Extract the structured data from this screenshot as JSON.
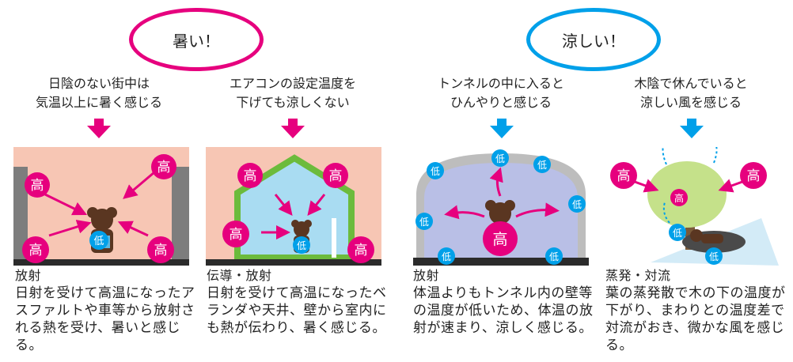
{
  "bubbles": {
    "hot": "暑い！",
    "cool": "涼しい！"
  },
  "captions": [
    {
      "line1": "日陰のない街中は",
      "line2": "気温以上に暑く感じる"
    },
    {
      "line1": "エアコンの設定温度を",
      "line2": "下げても涼しくない"
    },
    {
      "line1": "トンネルの中に入ると",
      "line2": "ひんやりと感じる"
    },
    {
      "line1": "木陰で休んでいると",
      "line2": "涼しい風を感じる"
    }
  ],
  "labels": {
    "high": "高",
    "low": "低"
  },
  "descriptions": [
    {
      "head": "放射",
      "body": "日射を受けて高温になったアスファルトや車等から放射される熱を受け、暑いと感じる。"
    },
    {
      "head": "伝導・放射",
      "body": "日射を受けて高温になったベランダや天井、壁から室内にも熱が伝わり、暑く感じる。"
    },
    {
      "head": "放射",
      "body": "体温よりもトンネル内の壁等の温度が低いため、体温の放射が速まり、涼しく感じる。"
    },
    {
      "head": "蒸発・対流",
      "body": "葉の蒸発散で木の下の温度が下がり、まわりとの温度差で対流がおき、微かな風を感じる。"
    }
  ],
  "colors": {
    "hot": "#e6007e",
    "cool": "#00a0e9",
    "hot_bg": "#f7c6b4",
    "house": "#a9dcf2",
    "tunnel": "#b9bfe6",
    "tree": "#c5e18a"
  }
}
